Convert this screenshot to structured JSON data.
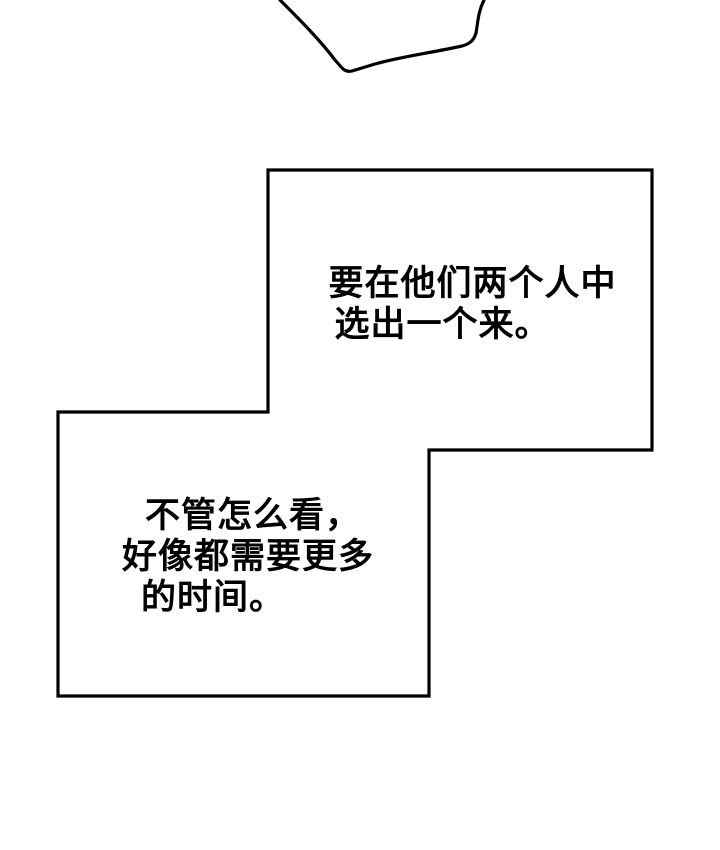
{
  "panel": {
    "background_color": "#ffffff",
    "line_color": "#000000"
  },
  "caption_upper": {
    "lines": [
      "要在他们两个人中",
      "选出一个来。"
    ]
  },
  "caption_lower": {
    "lines": [
      "不管怎么看，",
      "好像都需要更多",
      "的时间。"
    ]
  }
}
